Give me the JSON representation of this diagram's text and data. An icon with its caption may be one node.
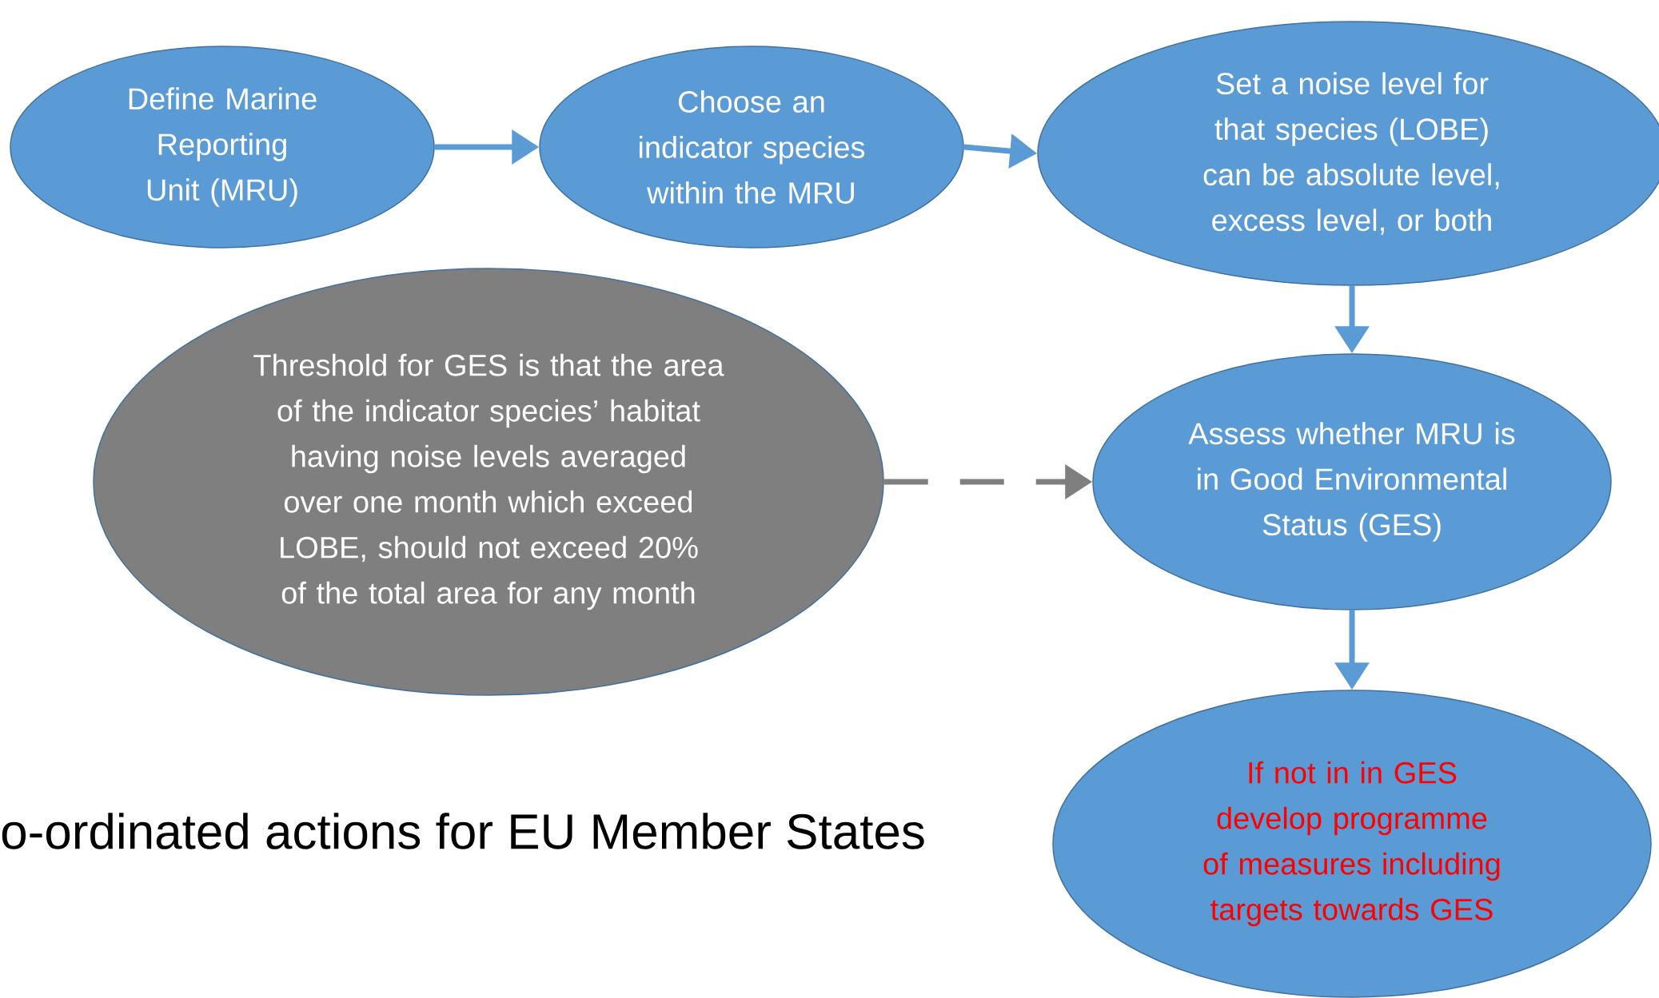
{
  "diagram": {
    "nodes": [
      {
        "text": [
          "Define Marine Reporting Unit (MRU)"
        ]
      },
      {
        "text": [
          "Choose an indicator species within the MRU"
        ]
      },
      {
        "text": [
          "Set a noise level for that species (LOBE) can be absolute level, excess level, or both"
        ]
      },
      {
        "text": [
          "Threshold for GES is that the area of the indicator species’ habitat having noise levels averaged over one month which exceed LOBE, should not exceed 20% of the total area for any month"
        ]
      },
      {
        "text": [
          "Assess whether MRU is in Good Environmental Status (GES)"
        ]
      },
      {
        "text": [
          "If not in in GES develop programme of measures including targets towards GES"
        ]
      }
    ],
    "edges": [
      {
        "from": 0,
        "to": 1,
        "arrow": "to"
      },
      {
        "from": 1,
        "to": 2,
        "arrow": "to"
      },
      {
        "from": 2,
        "to": 4,
        "arrow": "to"
      },
      {
        "from": 3,
        "to": 4,
        "arrow": "to",
        "style": "dashed",
        "color": "#7f7f7f"
      },
      {
        "from": 4,
        "to": 5,
        "arrow": "to"
      }
    ],
    "labels": [
      "o-ordinated actions for EU Member States"
    ]
  }
}
